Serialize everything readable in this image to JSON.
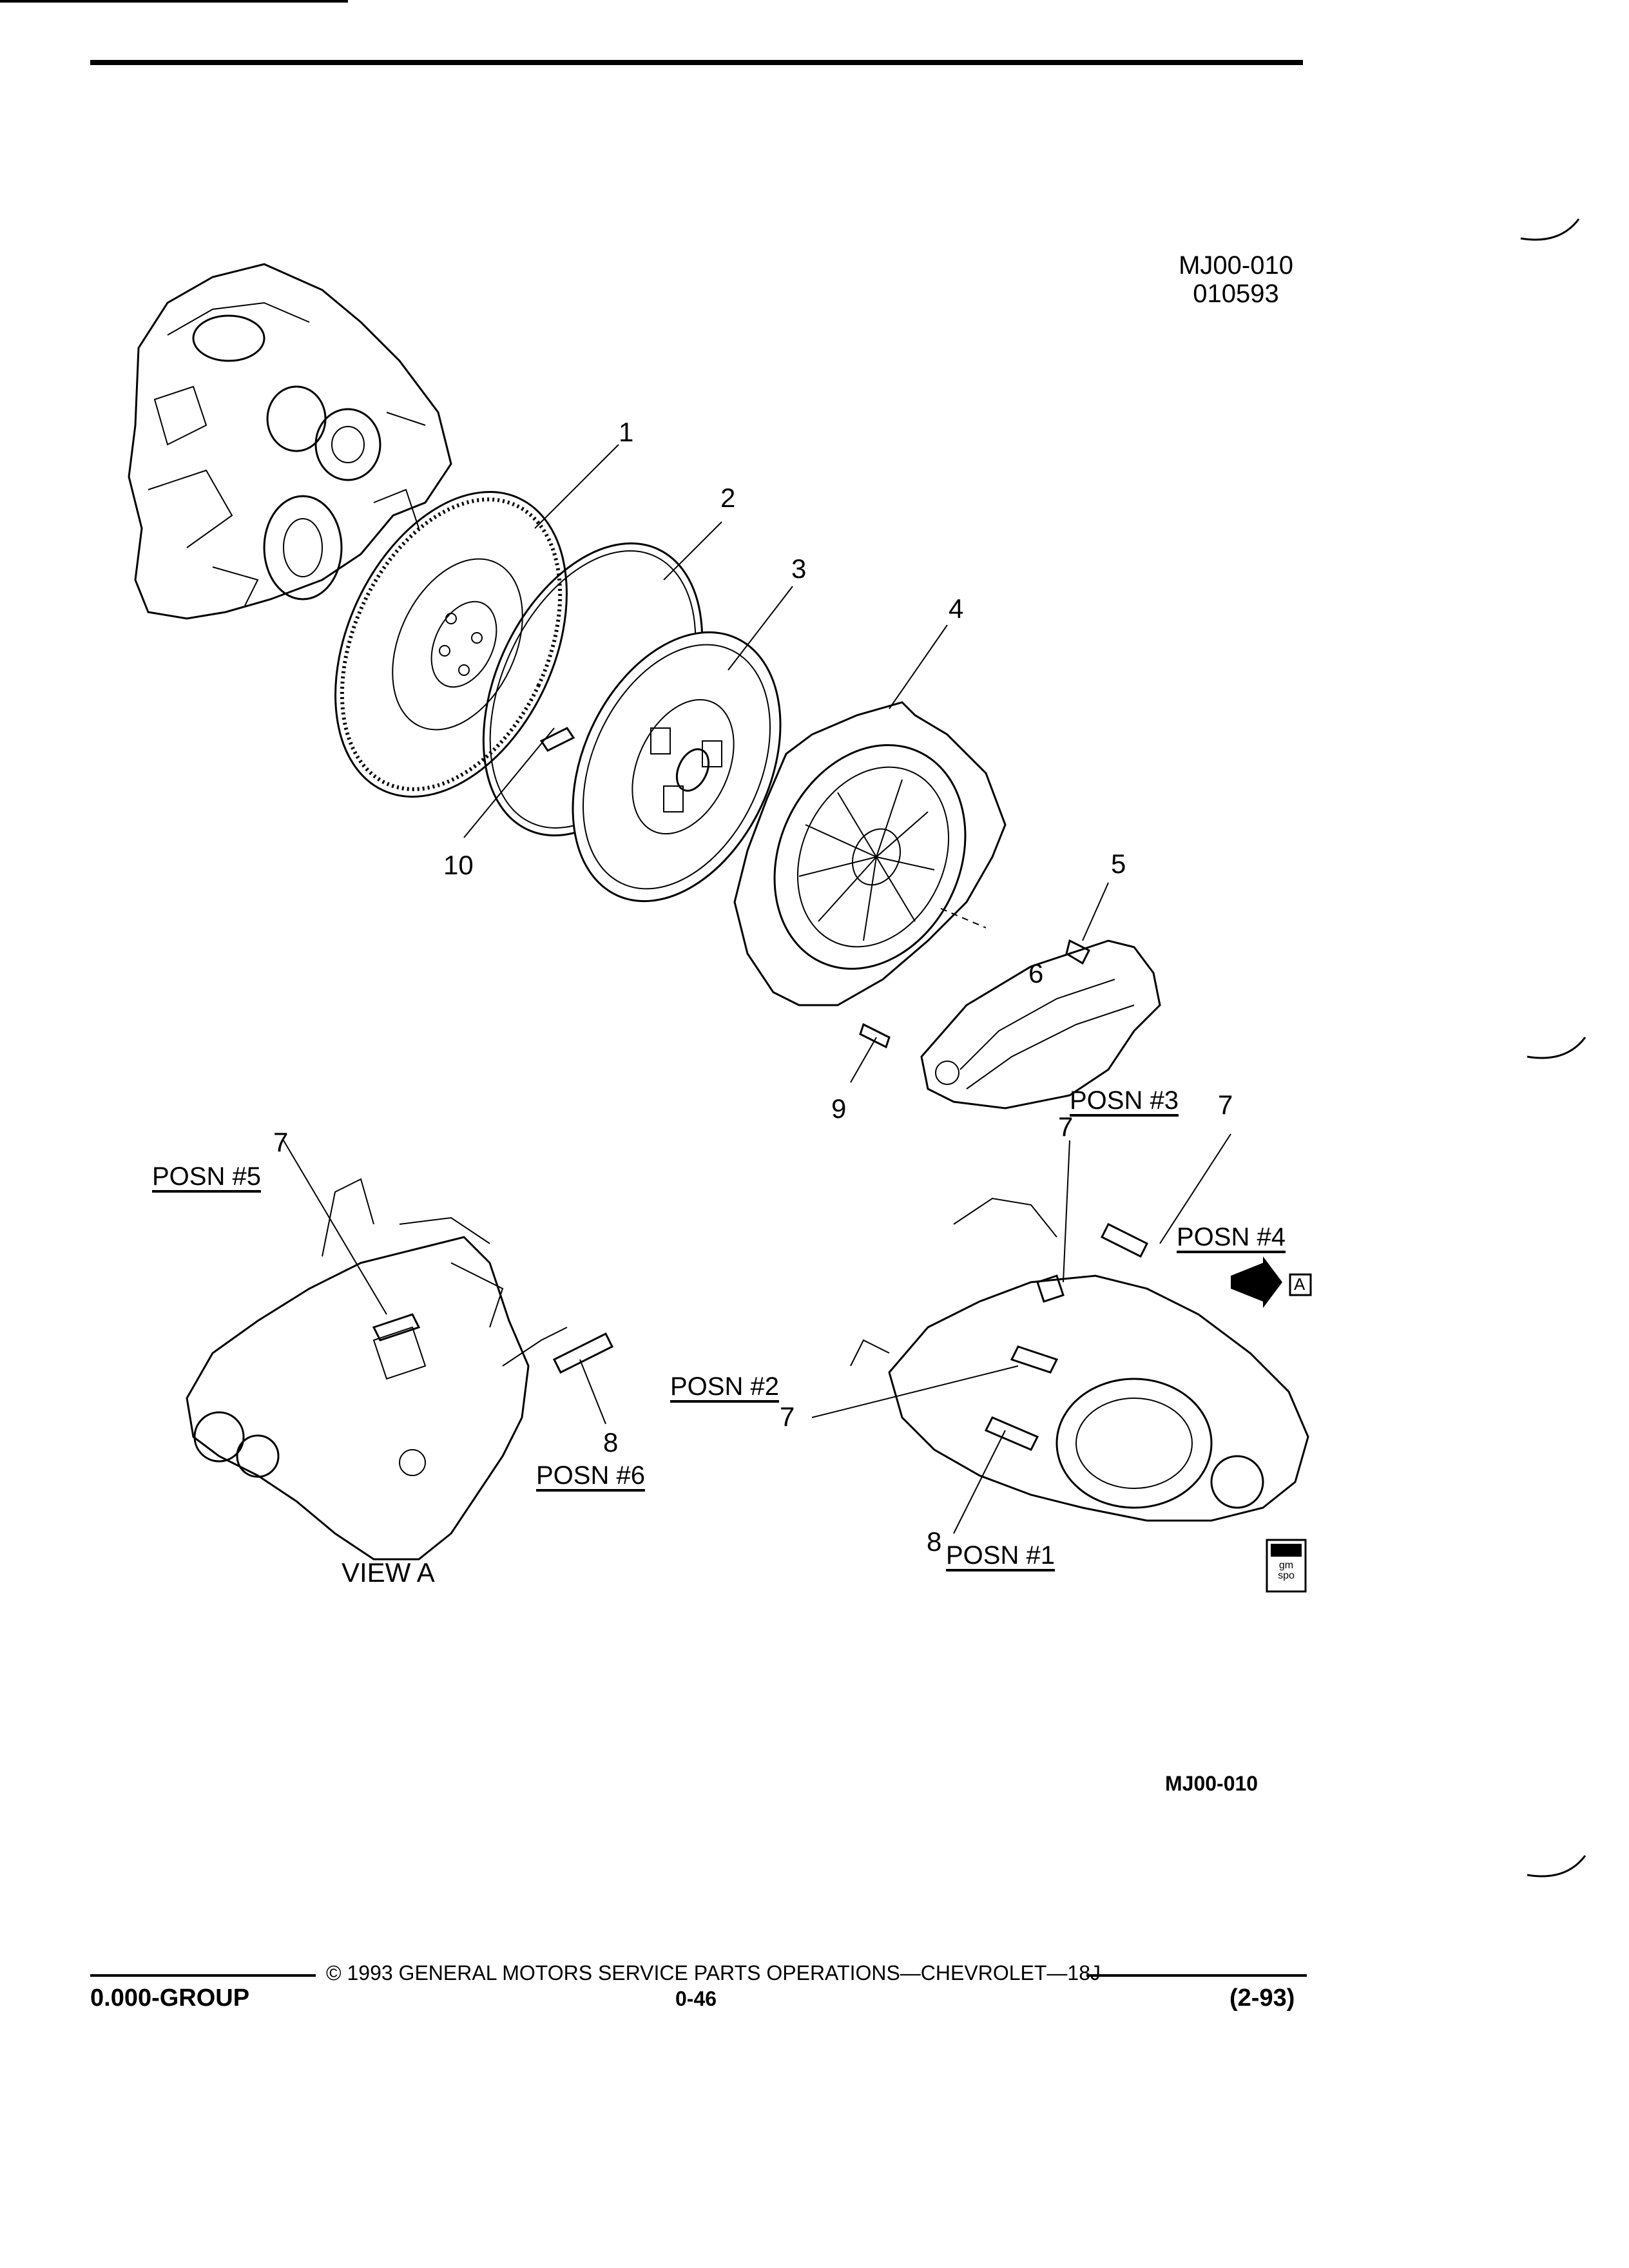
{
  "header": {
    "figure_id": "MJ00-010",
    "figure_date": "010593"
  },
  "callouts": [
    "1",
    "2",
    "3",
    "4",
    "5",
    "6",
    "7",
    "8",
    "9",
    "10"
  ],
  "positions": {
    "posn1": "POSN #1",
    "posn2": "POSN #2",
    "posn3": "POSN #3",
    "posn4": "POSN #4",
    "posn5": "POSN #5",
    "posn6": "POSN #6"
  },
  "view_labels": {
    "view_a": "VIEW A",
    "view_marker": "A"
  },
  "logo": {
    "text": "gm spo"
  },
  "bottom_ref": "MJ00-010",
  "footer": {
    "copyright": "© 1993 GENERAL MOTORS SERVICE PARTS OPERATIONS—CHEVROLET—18J",
    "group": "0.000-GROUP",
    "page": "0-46",
    "date": "(2-93)"
  }
}
